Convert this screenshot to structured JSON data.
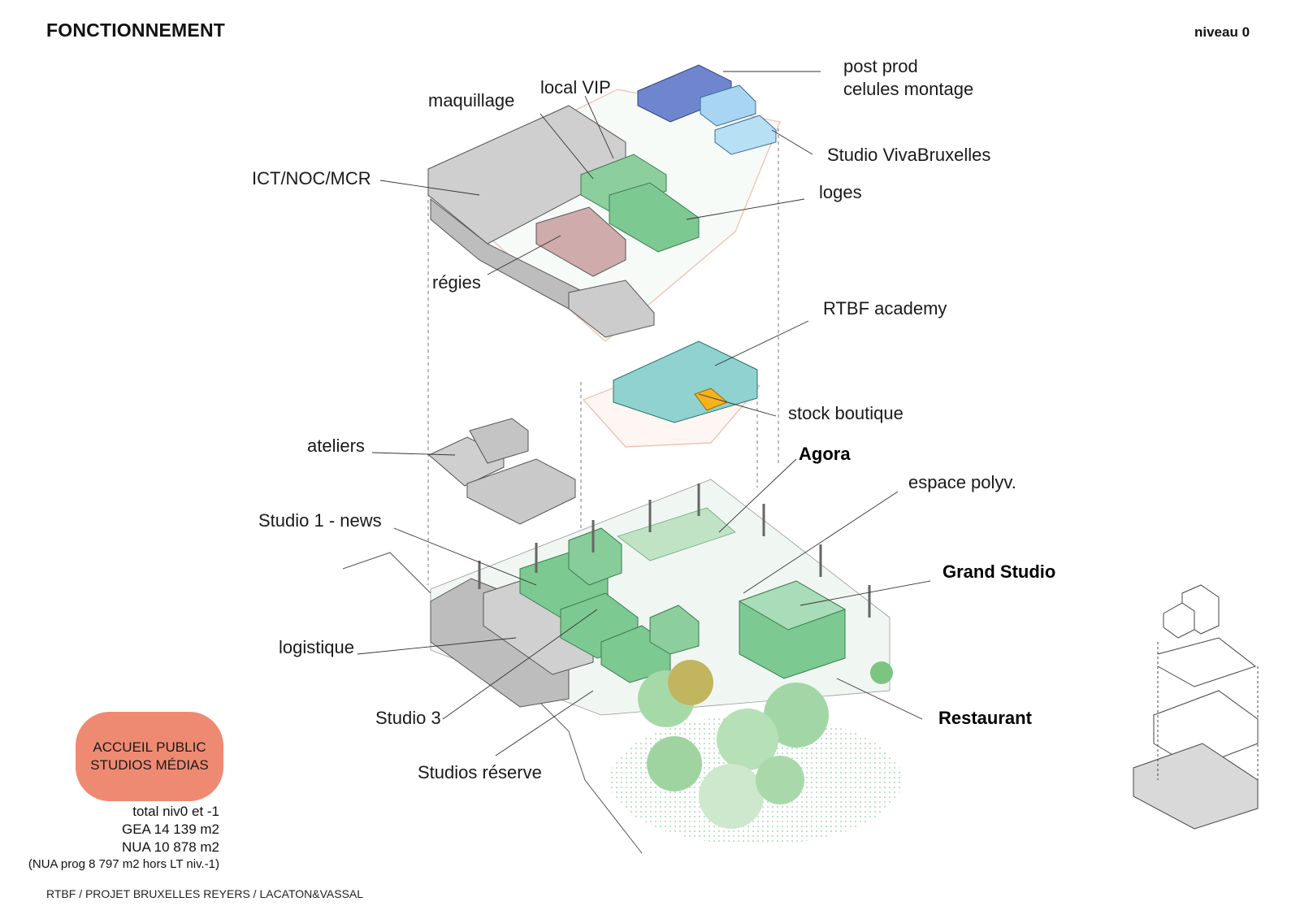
{
  "header": {
    "title": "FONCTIONNEMENT",
    "level": "niveau 0"
  },
  "labels": {
    "post_prod": "post prod",
    "celules_montage": "celules montage",
    "local_vip": "local VIP",
    "maquillage": "maquillage",
    "studio_vivabruxelles": "Studio VivaBruxelles",
    "ict_noc_mcr": "ICT/NOC/MCR",
    "loges": "loges",
    "regies": "régies",
    "rtbf_academy": "RTBF academy",
    "stock_boutique": "stock boutique",
    "ateliers": "ateliers",
    "agora": "Agora",
    "espace_polyv": "espace polyv.",
    "studio1_news": "Studio 1 - news",
    "grand_studio": "Grand Studio",
    "logistique": "logistique",
    "restaurant": "Restaurant",
    "studio3": "Studio 3",
    "studios_reserve": "Studios réserve"
  },
  "badge": {
    "line1": "ACCUEIL PUBLIC",
    "line2": "STUDIOS MÉDIAS"
  },
  "stats": {
    "line1": "total niv0 et -1",
    "line2": "GEA 14 139 m2",
    "line3": "NUA 10 878 m2",
    "line4": "(NUA prog 8 797 m2 hors LT niv.-1)"
  },
  "footer": {
    "credit": "RTBF / PROJET BRUXELLES REYERS / LACATON&VASSAL"
  },
  "colors": {
    "grey_block": "#c9c9c9",
    "green_block": "#7cc992",
    "teal_block": "#8fd2cf",
    "blue_block": "#6f86cf",
    "light_blue_block": "#a8d6f2",
    "pink_block": "#c9a7a7",
    "orange_stock": "#f5b21b",
    "tree_green": "#8fcf8f",
    "badge": "#ef8a72"
  }
}
